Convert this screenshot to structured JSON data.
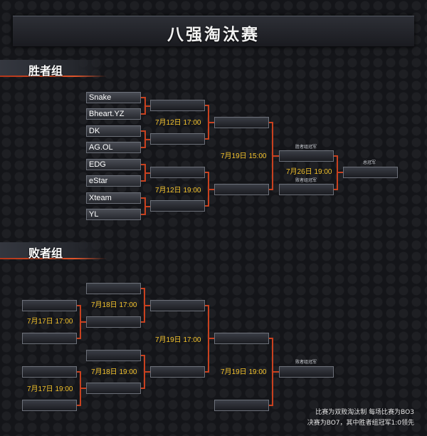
{
  "title": "八强淘汰赛",
  "winners_section": {
    "label": "胜者组",
    "teams": [
      "Snake",
      "Bheart.YZ",
      "DK",
      "AG.OL",
      "EDG",
      "eStar",
      "Xteam",
      "YL"
    ],
    "dates": {
      "qf_top": "7月12日 17:00",
      "qf_bottom": "7月12日 19:00",
      "semi": "7月19日 15:00",
      "final": "7月26日 19:00"
    },
    "labels": {
      "winners_champion": "胜者组冠军",
      "losers_champion": "败者组冠军",
      "grand_champion": "总冠军"
    }
  },
  "losers_section": {
    "label": "败者组",
    "dates": {
      "r1_top": "7月17日 17:00",
      "r1_bottom": "7月17日 19:00",
      "r2_top": "7月18日 17:00",
      "r2_bottom": "7月18日 19:00",
      "r3": "7月19日 17:00",
      "r4": "7月19日 19:00"
    },
    "labels": {
      "losers_champion": "败者组冠军"
    }
  },
  "footnote": {
    "line1": "比赛为双败淘汰制 每场比赛为BO3",
    "line2": "决赛为BO7，其中胜者组冠军1:0领先"
  }
}
